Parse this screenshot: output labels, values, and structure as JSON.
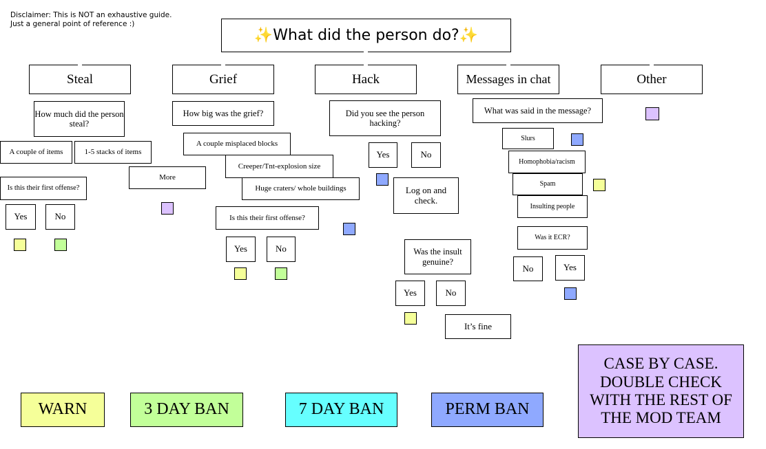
{
  "disclaimer": {
    "line1": "Disclaimer: This is NOT an exhaustive guide.",
    "line2": "Just a general point of reference :)"
  },
  "title": "✨What did the person do?✨",
  "categories": {
    "steal": "Steal",
    "grief": "Grief",
    "hack": "Hack",
    "chat": "Messages in chat",
    "other": "Other"
  },
  "steal": {
    "question": "How much did the person steal?",
    "couple": "A couple of items",
    "stacks": "1-5 stacks of items",
    "more": "More",
    "first_offense": "Is this their first offense?",
    "yes": "Yes",
    "no": "No"
  },
  "grief": {
    "question": "How big was the grief?",
    "misplaced": "A couple misplaced blocks",
    "explosion": "Creeper/Tnt-explosion size",
    "craters": "Huge craters/ whole buildings",
    "first_offense": "Is this their first offense?",
    "yes": "Yes",
    "no": "No"
  },
  "hack": {
    "question": "Did you see the person hacking?",
    "yes": "Yes",
    "no": "No",
    "log_on": "Log on and check."
  },
  "chat": {
    "question": "What was said in the message?",
    "slurs": "Slurs",
    "homophobia": "Homophobia/racism",
    "spam": "Spam",
    "insulting": "Insulting people",
    "ecr": "Was it ECR?",
    "ecr_no": "No",
    "ecr_yes": "Yes",
    "insult_genuine": "Was the insult genuine?",
    "genuine_yes": "Yes",
    "genuine_no": "No",
    "fine": "It’s fine"
  },
  "legend": {
    "warn": "WARN",
    "day3": "3 DAY BAN",
    "day7": "7 DAY BAN",
    "perm": "PERM BAN",
    "case": "CASE BY CASE. DOUBLE CHECK WITH THE REST OF THE MOD TEAM"
  },
  "colors": {
    "warn": "#f5ff99",
    "day3": "#c2ff99",
    "day7": "#66ffff",
    "perm": "#8fa9ff",
    "case": "#dcc2ff"
  }
}
